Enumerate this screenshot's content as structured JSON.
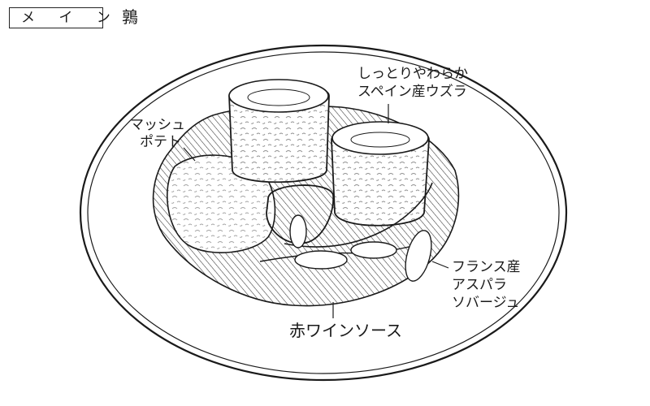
{
  "header": {
    "course_label": "メ イ ン",
    "dish_name": "鶉"
  },
  "annotations": {
    "quail_line1": "しっとりやわらか",
    "quail_line2": "スペイン産ウズラ",
    "mashed_line1": "マッシュ",
    "mashed_line2": "ポテト",
    "asparagus_line1": "フランス産",
    "asparagus_line2": "アスパラ",
    "asparagus_line3": "ソバージュ",
    "sauce": "赤ワインソース"
  }
}
